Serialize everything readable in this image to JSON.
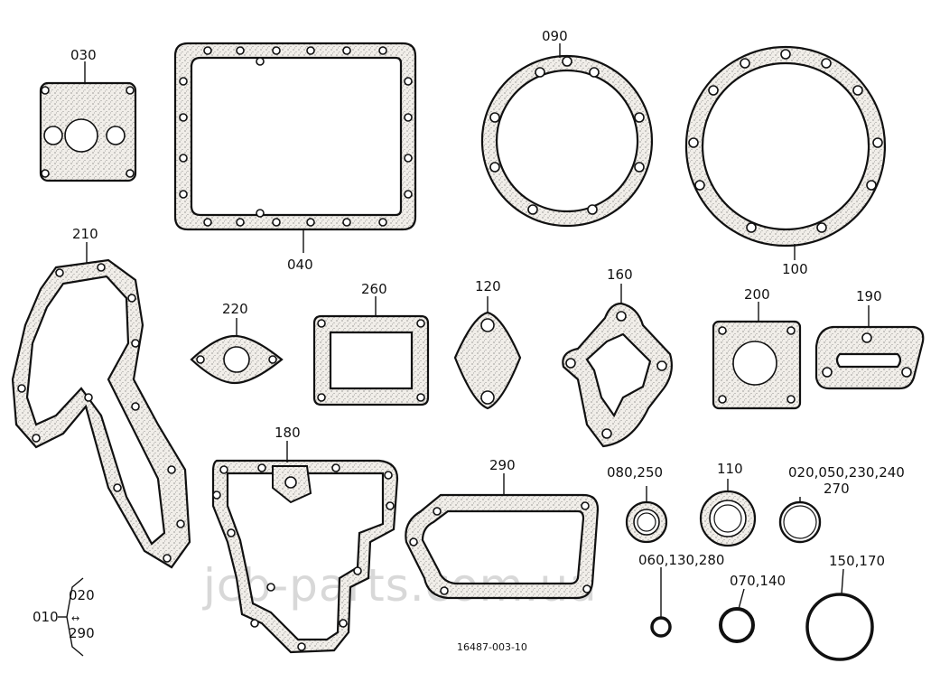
{
  "labels": {
    "p030": "030",
    "p040": "040",
    "p090": "090",
    "p100": "100",
    "p210": "210",
    "p220": "220",
    "p260": "260",
    "p120": "120",
    "p160": "160",
    "p200": "200",
    "p190": "190",
    "p180": "180",
    "p290": "290",
    "p080": "080,250",
    "p110": "110",
    "p020a": "020,050,230,240",
    "p020b": "270",
    "p060": "060,130,280",
    "p070": "070,140",
    "p150": "150,170",
    "set_main": "010",
    "set_from": "020",
    "set_sep": "↔",
    "set_to": "290",
    "diagram_code": "16487-003-10"
  },
  "watermark": "jcb-parts.com.ua"
}
